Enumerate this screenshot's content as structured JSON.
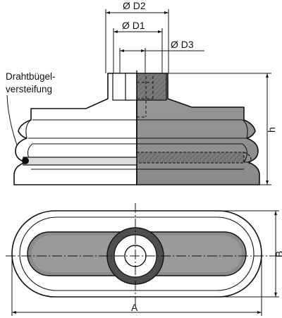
{
  "labels": {
    "d2": "Ø D2",
    "d1": "Ø D1",
    "d3": "Ø D3",
    "h": "h",
    "a": "A",
    "b": "B",
    "callout_line1": "Drahtbügel-",
    "callout_line2": "versteifung"
  }
}
